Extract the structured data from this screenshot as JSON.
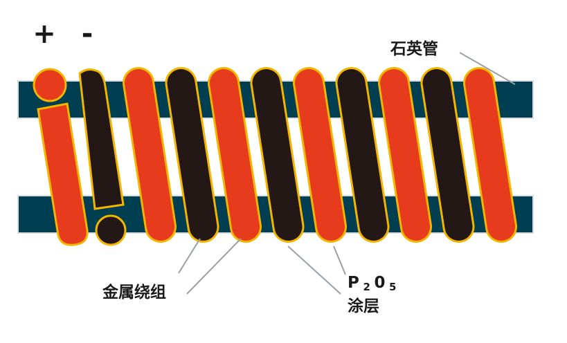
{
  "terminals": {
    "positive": "+",
    "negative": "-"
  },
  "labels": {
    "quartz_tube": "石英管",
    "metal_coil": "金属绕组",
    "coating_formula_main": "P",
    "coating_formula_sub1": "2",
    "coating_formula_mid": "0",
    "coating_formula_sub2": "5",
    "coating_word": "涂层"
  },
  "colors": {
    "tube": "#003f52",
    "tube_edge": "#d8dde0",
    "coil_positive": "#e63b1c",
    "coil_negative": "#231815",
    "coil_outline": "#f4b500",
    "text": "#1a1a1a",
    "leader": "#9aa0a6"
  },
  "windings": [
    {
      "polarity": "positive"
    },
    {
      "polarity": "negative"
    },
    {
      "polarity": "positive"
    },
    {
      "polarity": "negative"
    },
    {
      "polarity": "positive"
    },
    {
      "polarity": "negative"
    },
    {
      "polarity": "positive"
    },
    {
      "polarity": "negative"
    },
    {
      "polarity": "positive"
    },
    {
      "polarity": "negative"
    },
    {
      "polarity": "positive"
    }
  ]
}
